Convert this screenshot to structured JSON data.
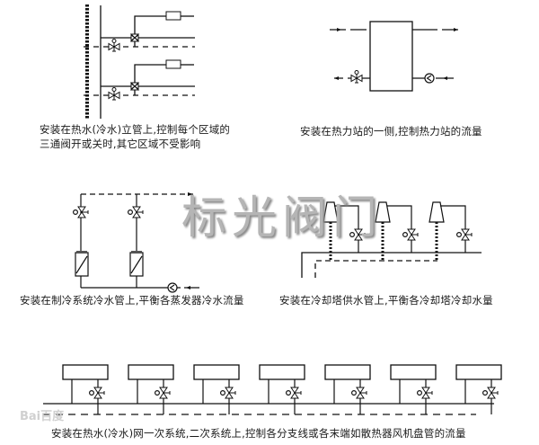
{
  "diagram": {
    "title": "Balance valve installation applications",
    "panels": [
      {
        "id": "riser",
        "caption_lines": [
          "安装在热水(冷水)立管上,控制每个区域的",
          "三通阀开或关时,其它区域不受影响"
        ],
        "zones": 2
      },
      {
        "id": "heat-station",
        "caption_lines": [
          "安装在热力站的一侧,控制热力站的流量"
        ]
      },
      {
        "id": "chiller",
        "caption_lines": [
          "安装在制冷系统冷水管上,平衡各蒸发器冷水流量"
        ],
        "evaporators": 2
      },
      {
        "id": "cooling-tower",
        "caption_lines": [
          "安装在冷却塔供水管上,平衡各冷却塔冷却水量"
        ],
        "towers": 3
      },
      {
        "id": "network",
        "caption_lines": [
          "安装在热水(冷水)网一次系统,二次系统上,控制各分支线或各末端如散热器风机盘管的流量"
        ],
        "terminals": 7
      }
    ],
    "watermark": "标光阀门",
    "logo_watermark": "Bai百度",
    "colors": {
      "line": "#111111",
      "watermark": "#b5b5b5"
    }
  }
}
